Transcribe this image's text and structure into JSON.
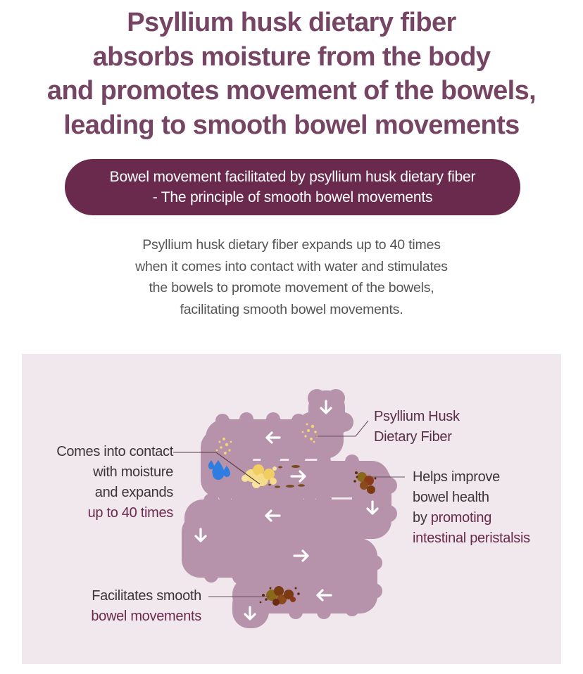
{
  "headline": {
    "lines": [
      "Psyllium husk dietary fiber",
      "absorbs moisture from the body",
      "and promotes movement of the bowels,",
      "leading to smooth bowel movements"
    ]
  },
  "banner": {
    "lines": [
      "Bowel movement facilitated by psyllium husk dietary fiber",
      "- The principle of smooth bowel movements"
    ]
  },
  "intro": {
    "lines": [
      "Psyllium husk dietary fiber expands up to 40 times",
      "when it comes into contact with water and stimulates",
      "the bowels to promote movement of the bowels,",
      "facilitating smooth bowel movements."
    ]
  },
  "diagram": {
    "labels": {
      "psyllium": {
        "lines": [
          "Psyllium Husk",
          "Dietary Fiber"
        ]
      },
      "contact": {
        "lines": [
          "Comes into contact",
          "with moisture",
          "and expands"
        ],
        "accent": "up to 40 times"
      },
      "helps": {
        "lines": [
          "Helps improve",
          "bowel health"
        ],
        "prefix": "by ",
        "accent_1": "promoting",
        "accent_2": "intestinal peristalsis"
      },
      "facilitates": {
        "line": "Facilitates smooth",
        "accent": "bowel movements"
      }
    },
    "icons": {
      "flow_arrows": [
        "down",
        "left",
        "right",
        "down",
        "left",
        "down",
        "right",
        "left",
        "down"
      ],
      "water_drops": "water-drop-icon",
      "fiber_particles": "fiber-particles-icon",
      "stool": "stool-icon"
    },
    "colors": {
      "intestine": "#b693aa",
      "panel_bg": "#f1e8ee",
      "banner": "#6a2a4d",
      "headline": "#764564",
      "water": "#2f7de1",
      "fiber": "#f3d477",
      "stool": "#7a3e1a"
    }
  }
}
